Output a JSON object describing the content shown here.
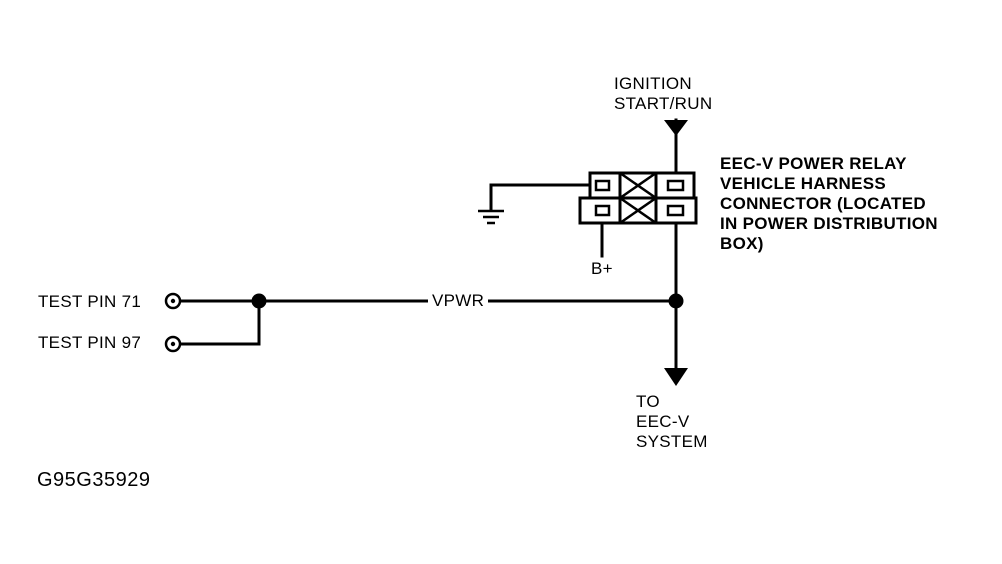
{
  "labels": {
    "ignition": [
      "IGNITION",
      "START/RUN"
    ],
    "relay_connector": [
      "EEC-V POWER RELAY",
      "VEHICLE HARNESS",
      "CONNECTOR (LOCATED",
      "IN POWER DISTRIBUTION",
      "BOX)"
    ],
    "b_plus": "B+",
    "test_pin_71": "TEST PIN 71",
    "test_pin_97": "TEST PIN 97",
    "vpwr": "VPWR",
    "to_system": [
      "TO",
      "EEC-V",
      "SYSTEM"
    ],
    "figure_id": "G95G35929"
  },
  "colors": {
    "line": "#000000",
    "background": "#ffffff"
  },
  "symbols": {
    "ground": "ground-icon",
    "test_pin": "test-pin-terminal-icon",
    "arrow": "arrow-down-icon",
    "splice": "splice-dot-icon",
    "relay_connector": "relay-connector-icon"
  }
}
